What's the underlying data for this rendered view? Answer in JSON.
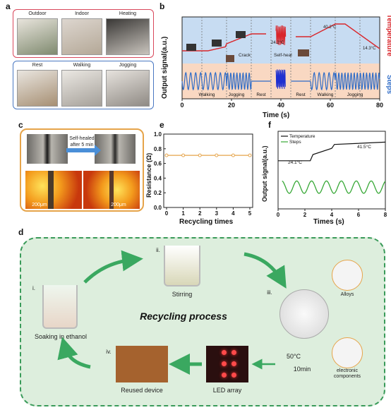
{
  "panel_a": {
    "label": "a",
    "top_captions": [
      "Outdoor",
      "Indoor",
      "Heating"
    ],
    "bottom_captions": [
      "Rest",
      "Walking",
      "Jogging"
    ]
  },
  "panel_b": {
    "label": "b",
    "ylabel_left": "Output signal(a.u.)",
    "ylabel_right_red": "Temperature",
    "ylabel_right_blue": "Steps",
    "xlabel": "Time (s)",
    "segments": [
      "Walking",
      "Jogging",
      "Rest",
      "Rest",
      "Walking",
      "Jogging"
    ],
    "annotations": {
      "t1": "40.2°C",
      "t2": "24.2°C",
      "t3": "14.3°C",
      "crack": "Crack",
      "selfheal": "Self-heal"
    }
  },
  "panel_c": {
    "label": "c",
    "arrow_text": "Self-healed after 5 min",
    "scale1": "200μm",
    "scale2": "200μm"
  },
  "panel_e": {
    "label": "e"
  },
  "panel_f": {
    "label": "f",
    "legend_temp": "Temperature",
    "legend_steps": "Steps",
    "ann1": "24.1°C",
    "ann2": "41.5°C"
  },
  "panel_d": {
    "label": "d",
    "title": "Recycling process",
    "steps": [
      {
        "roman": "i.",
        "text": "Soaking in ethanol"
      },
      {
        "roman": "ii.",
        "text": "Stirring"
      },
      {
        "roman": "iii.",
        "text": ""
      },
      {
        "roman": "iv.",
        "text": "Reused device"
      }
    ],
    "led": "LED array",
    "alloys": "Alloys",
    "components": "electronic components",
    "temp": "50°C",
    "time": "10min"
  },
  "chart_data": [
    {
      "type": "line",
      "id": "panel_b",
      "xlabel": "Time (s)",
      "ylabel": "Output signal(a.u.)",
      "xlim": [
        0,
        80
      ],
      "xticks": [
        0,
        20,
        40,
        60,
        80
      ],
      "series": [
        {
          "name": "Temperature",
          "color": "#d9262b"
        },
        {
          "name": "Steps",
          "color": "#2f6cc7"
        }
      ]
    },
    {
      "type": "line",
      "id": "panel_e",
      "xlabel": "Recycling times",
      "ylabel": "Resistance (Ω)",
      "ylim": [
        0.0,
        1.0
      ],
      "yticks": [
        0.0,
        0.2,
        0.4,
        0.6,
        0.8,
        1.0
      ],
      "xticks": [
        0,
        1,
        2,
        3,
        4,
        5
      ],
      "x": [
        0,
        1,
        2,
        3,
        4,
        5
      ],
      "values": [
        0.71,
        0.71,
        0.71,
        0.71,
        0.71,
        0.71
      ]
    },
    {
      "type": "line",
      "id": "panel_f",
      "xlabel": "Times (s)",
      "ylabel": "Output signal(a.u.)",
      "xlim": [
        0,
        8
      ],
      "xticks": [
        0,
        2,
        4,
        6,
        8
      ],
      "series": [
        {
          "name": "Temperature",
          "x": [
            0,
            2.4,
            2.6,
            4.0,
            4.2,
            8.0
          ],
          "y": [
            0.62,
            0.62,
            0.7,
            0.78,
            0.83,
            0.86
          ],
          "color": "#111111"
        },
        {
          "name": "Steps",
          "freq": 0.9,
          "color": "#37a836"
        }
      ]
    }
  ]
}
